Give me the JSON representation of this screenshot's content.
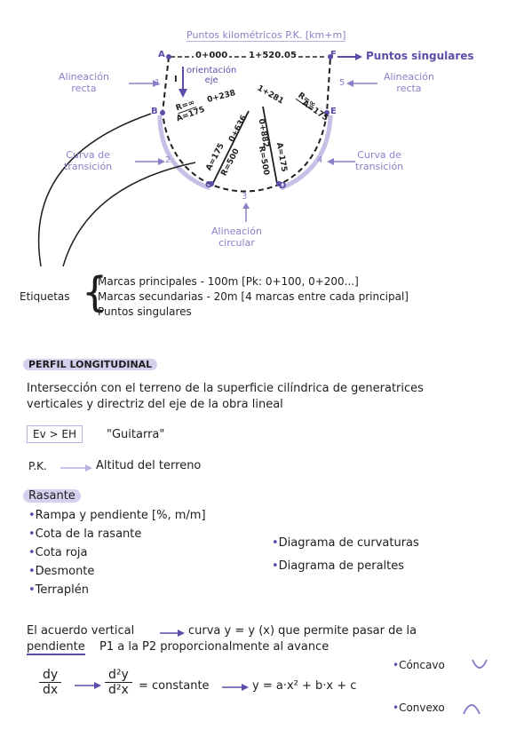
{
  "diagram": {
    "title": "Puntos kilométricos P.K. [km+m]",
    "points": [
      "A",
      "B",
      "C",
      "D",
      "E",
      "F"
    ],
    "numbers": [
      "1",
      "2",
      "3",
      "4",
      "5"
    ],
    "pk_A": "0+000",
    "pk_F": "1+520.05",
    "singular_points": "Puntos singulares",
    "align_left": "Alineación\nrecta",
    "align_right": "Alineación\nrecta",
    "orientation": "orientación\neje",
    "marker": "I",
    "curve_left": "Curva de\ntransición",
    "curve_right": "Curva de\ntransición",
    "align_circular": "Alineación\ncircular",
    "B_label1": "R=∞",
    "B_label2": "A=175",
    "B_pk": "0+238",
    "E_pk": "1+281",
    "E_label1": "R=∞",
    "E_label2": "A=175",
    "C_pk": "0+636",
    "C_label1": "A=175",
    "C_label2": "R=500",
    "D_pk": "0+882",
    "D_label1": "R=500",
    "D_label2": "A=175"
  },
  "etiquetas": {
    "label": "Etiquetas",
    "items": [
      "Marcas principales - 100m [Pk: 0+100, 0+200...]",
      "Marcas secundarias - 20m [4 marcas entre cada principal]",
      "Puntos singulares"
    ]
  },
  "perfil": {
    "heading": "PERFIL LONGITUDINAL",
    "line1": "Intersección con el terreno de la superficie cilíndrica de generatrices",
    "line2": "verticales y directriz del eje de la obra lineal",
    "ev_eh": "Ev > EH",
    "guitarra": "\"Guitarra\"",
    "pk": "P.K.",
    "altitud": "Altitud del terreno"
  },
  "rasante": {
    "heading": "Rasante",
    "items": [
      "Rampa y pendiente [%, m/m]",
      "Cota de la rasante",
      "Cota roja",
      "Desmonte",
      "Terraplén"
    ],
    "right_items": [
      "Diagrama de curvaturas",
      "Diagrama de peraltes"
    ]
  },
  "acuerdo": {
    "line1_a": "El acuerdo vertical",
    "line1_b": "curva y = y (x) que permite pasar de la",
    "line2_a": "pendiente",
    "line2_b": "P1 a la P2 proporcionalmente al avance",
    "dy": "dy",
    "dx": "dx",
    "d2y": "d²y",
    "d2x": "d²x",
    "constante": "= constante",
    "formula": "y = a·x² + b·x + c",
    "concavo": "Cóncavo",
    "convexo": "Convexo"
  }
}
